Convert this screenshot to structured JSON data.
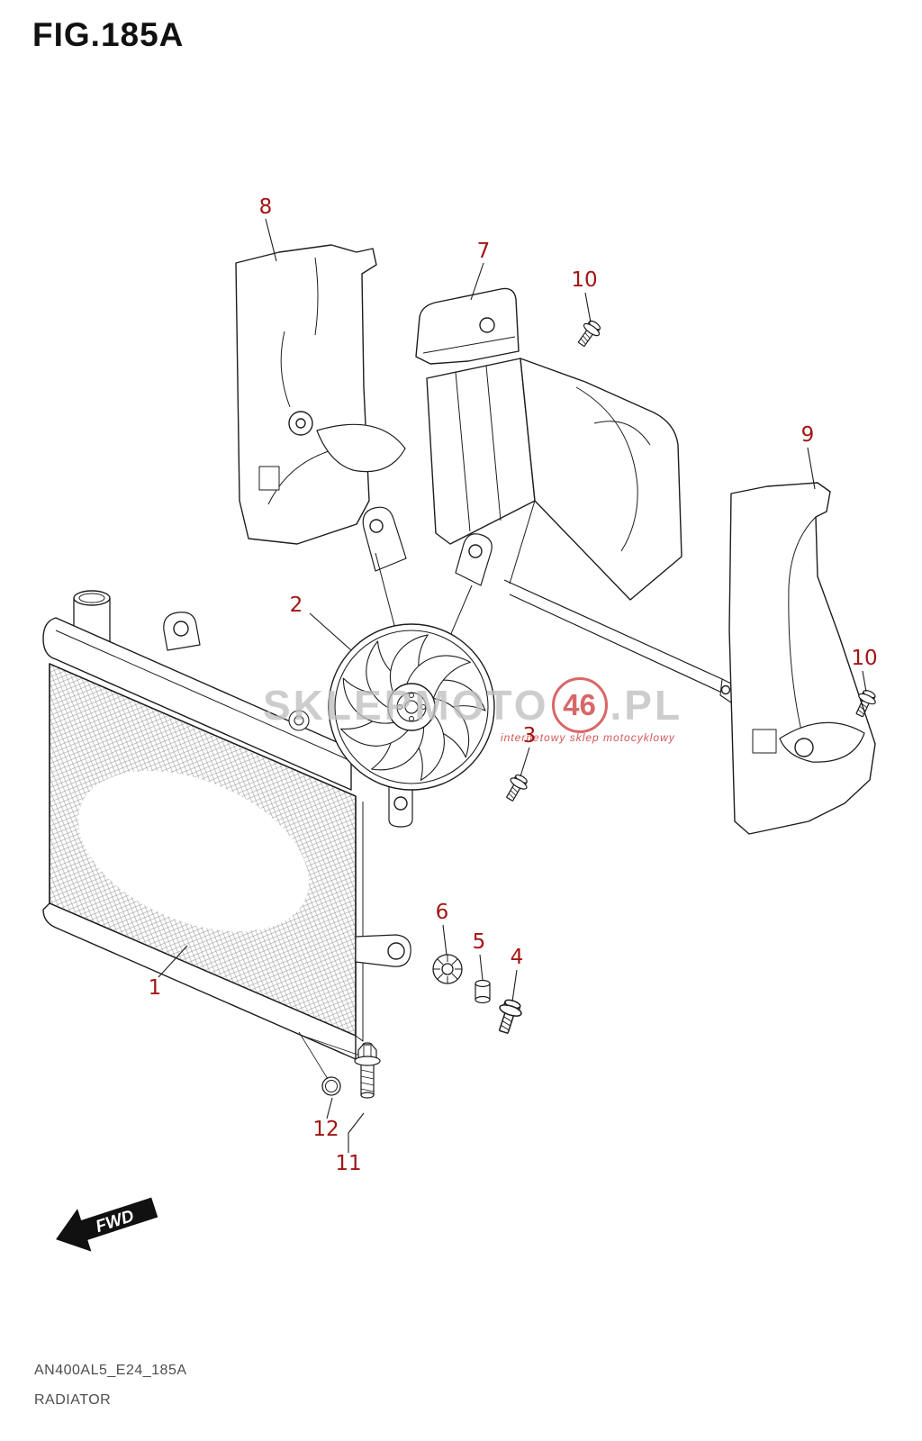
{
  "figure": {
    "title": "FIG.185A",
    "part_code": "AN400AL5_E24_185A",
    "part_name": "RADIATOR"
  },
  "watermark": {
    "prefix": "SKLEP",
    "middle": "MOTO",
    "number": "46",
    "suffix": ".PL",
    "tagline": "internetowy sklep motocyklowy"
  },
  "orientation_flag": {
    "label": "FWD"
  },
  "callouts": [
    {
      "number": "8"
    },
    {
      "number": "7"
    },
    {
      "number": "10"
    },
    {
      "number": "9"
    },
    {
      "number": "2"
    },
    {
      "number": "10"
    },
    {
      "number": "3"
    },
    {
      "number": "6"
    },
    {
      "number": "5"
    },
    {
      "number": "4"
    },
    {
      "number": "1"
    },
    {
      "number": "12"
    },
    {
      "number": "11"
    }
  ],
  "colors": {
    "callout_red": "#a31414",
    "line_black": "#1d1d1d",
    "watermark_gray": "#bfbfbf",
    "watermark_red": "#cf3d3d"
  }
}
